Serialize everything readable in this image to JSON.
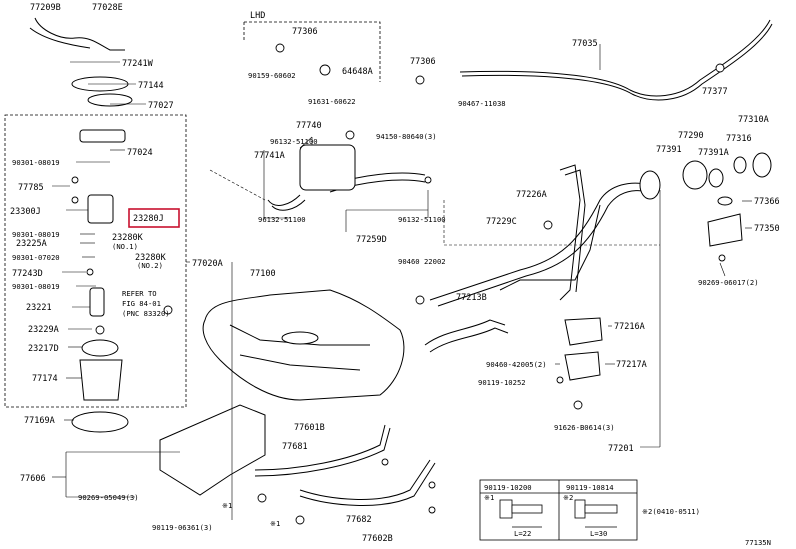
{
  "diagram": {
    "lhd_label": "LHD",
    "highlight_color": "#c8102e",
    "labels": [
      {
        "id": "p77209b",
        "text": "77209B"
      },
      {
        "id": "p77028e",
        "text": "77028E"
      },
      {
        "id": "p77241w",
        "text": "77241W"
      },
      {
        "id": "p77144",
        "text": "77144"
      },
      {
        "id": "p77027",
        "text": "77027"
      },
      {
        "id": "p77024",
        "text": "77024"
      },
      {
        "id": "p90301_08019a",
        "text": "90301-08019"
      },
      {
        "id": "p77785",
        "text": "77785"
      },
      {
        "id": "p23300j",
        "text": "23300J"
      },
      {
        "id": "p23280j",
        "text": "23280J"
      },
      {
        "id": "p90301_08019b",
        "text": "90301-08019"
      },
      {
        "id": "p23280k_1",
        "text": "23280K"
      },
      {
        "id": "p_no1",
        "text": "(NO.1)"
      },
      {
        "id": "p23225a",
        "text": "23225A"
      },
      {
        "id": "p90301_07020",
        "text": "90301-07020"
      },
      {
        "id": "p23280k_2",
        "text": "23280K"
      },
      {
        "id": "p_no2",
        "text": "(NO.2)"
      },
      {
        "id": "p77243d",
        "text": "77243D"
      },
      {
        "id": "p90301_08019c",
        "text": "90301-08019"
      },
      {
        "id": "p77020a",
        "text": "77020A"
      },
      {
        "id": "p_refer",
        "text": "REFER TO"
      },
      {
        "id": "p_fig",
        "text": "FIG 84-01"
      },
      {
        "id": "p_pnc",
        "text": "(PNC 83320)"
      },
      {
        "id": "p23221",
        "text": "23221"
      },
      {
        "id": "p23229a",
        "text": "23229A"
      },
      {
        "id": "p23217d",
        "text": "23217D"
      },
      {
        "id": "p77174",
        "text": "77174"
      },
      {
        "id": "p77169a",
        "text": "77169A"
      },
      {
        "id": "p77606",
        "text": "77606"
      },
      {
        "id": "p90269_05049",
        "text": "90269-05049(3)"
      },
      {
        "id": "p90119_06361",
        "text": "90119-06361(3)"
      },
      {
        "id": "p77306a",
        "text": "77306"
      },
      {
        "id": "p90159_60602",
        "text": "90159-60602"
      },
      {
        "id": "p64648a",
        "text": "64648A"
      },
      {
        "id": "p77306b",
        "text": "77306"
      },
      {
        "id": "p91631_60622",
        "text": "91631-60622"
      },
      {
        "id": "p90467_11038",
        "text": "90467-11038"
      },
      {
        "id": "p77035",
        "text": "77035"
      },
      {
        "id": "p77377",
        "text": "77377"
      },
      {
        "id": "p77740",
        "text": "77740"
      },
      {
        "id": "p96132_51100a",
        "text": "96132-51100"
      },
      {
        "id": "p94150_80640",
        "text": "94150-80640(3)"
      },
      {
        "id": "p77741a",
        "text": "77741A"
      },
      {
        "id": "p96132_51100b",
        "text": "96132-51100"
      },
      {
        "id": "p96132_51100c",
        "text": "96132-51100"
      },
      {
        "id": "p77259d",
        "text": "77259D"
      },
      {
        "id": "p77310a",
        "text": "77310A"
      },
      {
        "id": "p77290",
        "text": "77290"
      },
      {
        "id": "p77316",
        "text": "77316"
      },
      {
        "id": "p77391",
        "text": "77391"
      },
      {
        "id": "p77391a",
        "text": "77391A"
      },
      {
        "id": "p77226a",
        "text": "77226A"
      },
      {
        "id": "p77366",
        "text": "77366"
      },
      {
        "id": "p77229c",
        "text": "77229C"
      },
      {
        "id": "p77350",
        "text": "77350"
      },
      {
        "id": "p90460_22002",
        "text": "90460 22002"
      },
      {
        "id": "p90269_06017",
        "text": "90269-06017(2)"
      },
      {
        "id": "p77100",
        "text": "77100"
      },
      {
        "id": "p77213b",
        "text": "77213B"
      },
      {
        "id": "p77216a",
        "text": "77216A"
      },
      {
        "id": "p90460_42005",
        "text": "90460-42005(2)"
      },
      {
        "id": "p77217a",
        "text": "77217A"
      },
      {
        "id": "p90119_10252",
        "text": "90119-10252"
      },
      {
        "id": "p91626_b0614",
        "text": "91626-B0614(3)"
      },
      {
        "id": "p77201",
        "text": "77201"
      },
      {
        "id": "p77601b",
        "text": "77601B"
      },
      {
        "id": "p77681",
        "text": "77681"
      },
      {
        "id": "p77682",
        "text": "77682"
      },
      {
        "id": "p77602b",
        "text": "77602B"
      },
      {
        "id": "p_mark1a",
        "text": "※1"
      },
      {
        "id": "p_mark1b",
        "text": "※1"
      },
      {
        "id": "p_note2",
        "text": "※2(0410-0511)"
      },
      {
        "id": "p_code",
        "text": "77135N"
      }
    ],
    "bolt_table": {
      "bolt1": {
        "part": "90119-10200",
        "dim": "L=22"
      },
      "bolt2": {
        "part": "90119-10814",
        "dim": "L=30"
      },
      "mark1": "※1",
      "mark2": "※2"
    }
  }
}
